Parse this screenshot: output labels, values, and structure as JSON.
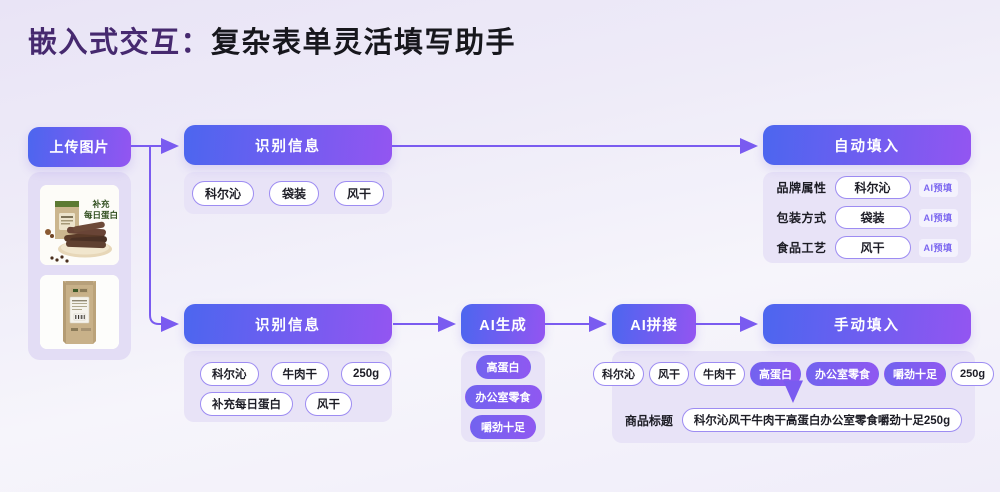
{
  "title": {
    "prefix": "嵌入式交互：",
    "main": "复杂表单灵活填写助手"
  },
  "flow": {
    "upload_button": "上传图片",
    "product_image_text_line1": "补充",
    "product_image_text_line2": "每日蛋白",
    "top": {
      "recognize_label": "识别信息",
      "tags": [
        "科尔沁",
        "袋装",
        "风干"
      ],
      "autofill_label": "自动填入",
      "form_rows": [
        {
          "label": "品牌属性",
          "value": "科尔沁",
          "badge": "AI预填"
        },
        {
          "label": "包装方式",
          "value": "袋装",
          "badge": "AI预填"
        },
        {
          "label": "食品工艺",
          "value": "风干",
          "badge": "AI预填"
        }
      ]
    },
    "bottom": {
      "recognize_label": "识别信息",
      "tags_row1": [
        "科尔沁",
        "牛肉干",
        "250g"
      ],
      "tags_row2": [
        "补充每日蛋白",
        "风干"
      ],
      "ai_generate_label": "AI生成",
      "generated_tags": [
        "高蛋白",
        "办公室零食",
        "嚼劲十足"
      ],
      "ai_splice_label": "AI拼接",
      "manual_label": "手动填入",
      "result_tags": [
        {
          "text": "科尔沁",
          "filled": false
        },
        {
          "text": "风干",
          "filled": false
        },
        {
          "text": "牛肉干",
          "filled": false
        },
        {
          "text": "高蛋白",
          "filled": true
        },
        {
          "text": "办公室零食",
          "filled": true
        },
        {
          "text": "嚼劲十足",
          "filled": true
        },
        {
          "text": "250g",
          "filled": false
        }
      ],
      "result_label": "商品标题",
      "result_value": "科尔沁风干牛肉干高蛋白办公室零食嚼劲十足250g"
    }
  },
  "colors": {
    "accent_blue": "#4c66ef",
    "accent_purple": "#9355f1",
    "connector": "#7a5bf0",
    "panel": "#e8e3f7",
    "pill_border": "#9d8cf2",
    "title_purple": "#46296f"
  }
}
